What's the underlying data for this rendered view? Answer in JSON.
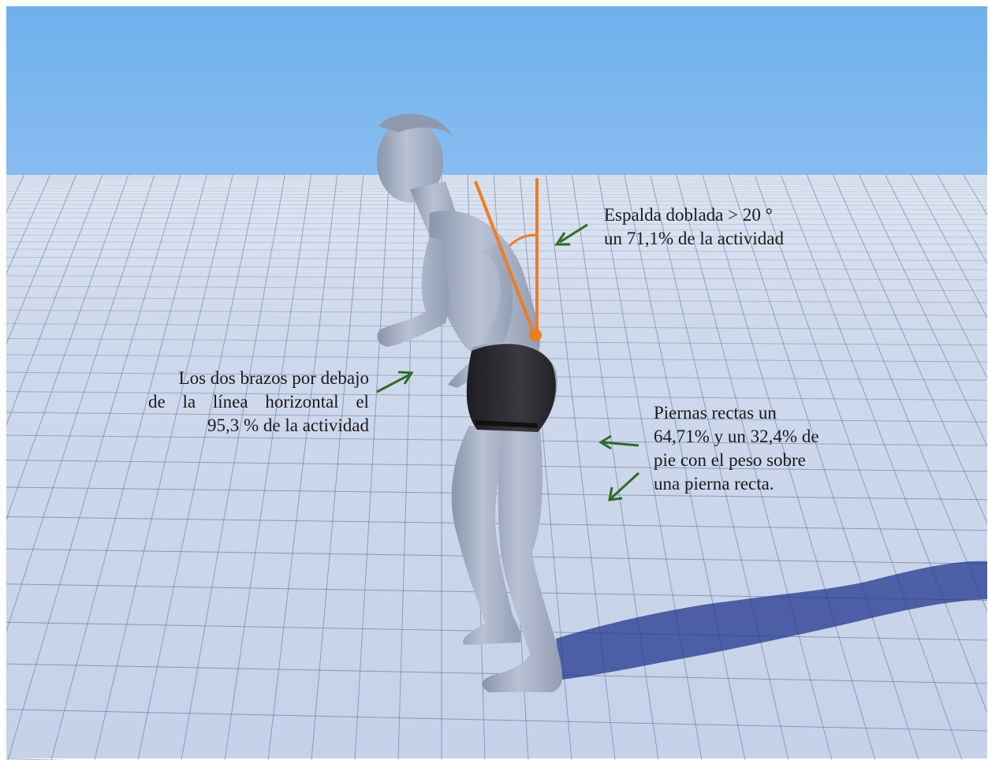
{
  "scene": {
    "description_icons": [
      "human-figure",
      "floor-grid",
      "posture-angle-marker"
    ],
    "colors": {
      "sky_top": "#7fb6ea",
      "sky_horizon": "#e4eef8",
      "floor": "#c7d3ea",
      "grid_line": "#5f6f8f",
      "figure": "#aab4c8",
      "shorts": "#2b2b2e",
      "angle_marker": "#ef7c22",
      "arrow": "#2f6a2a",
      "text": "#1a1a1a"
    }
  },
  "annotations": {
    "back": {
      "line1": "Espalda doblada > 20 °",
      "line2": "un 71,1% de la actividad"
    },
    "arms": {
      "line1": "Los dos brazos por debajo",
      "line2_words": [
        "de",
        "la",
        "línea",
        "horizontal",
        "el"
      ],
      "line3": "95,3 % de la actividad"
    },
    "legs": {
      "line1": "Piernas rectas un",
      "line2": "64,71% y un 32,4% de",
      "line3": "pie con el peso sobre",
      "line4": "una pierna recta."
    }
  }
}
